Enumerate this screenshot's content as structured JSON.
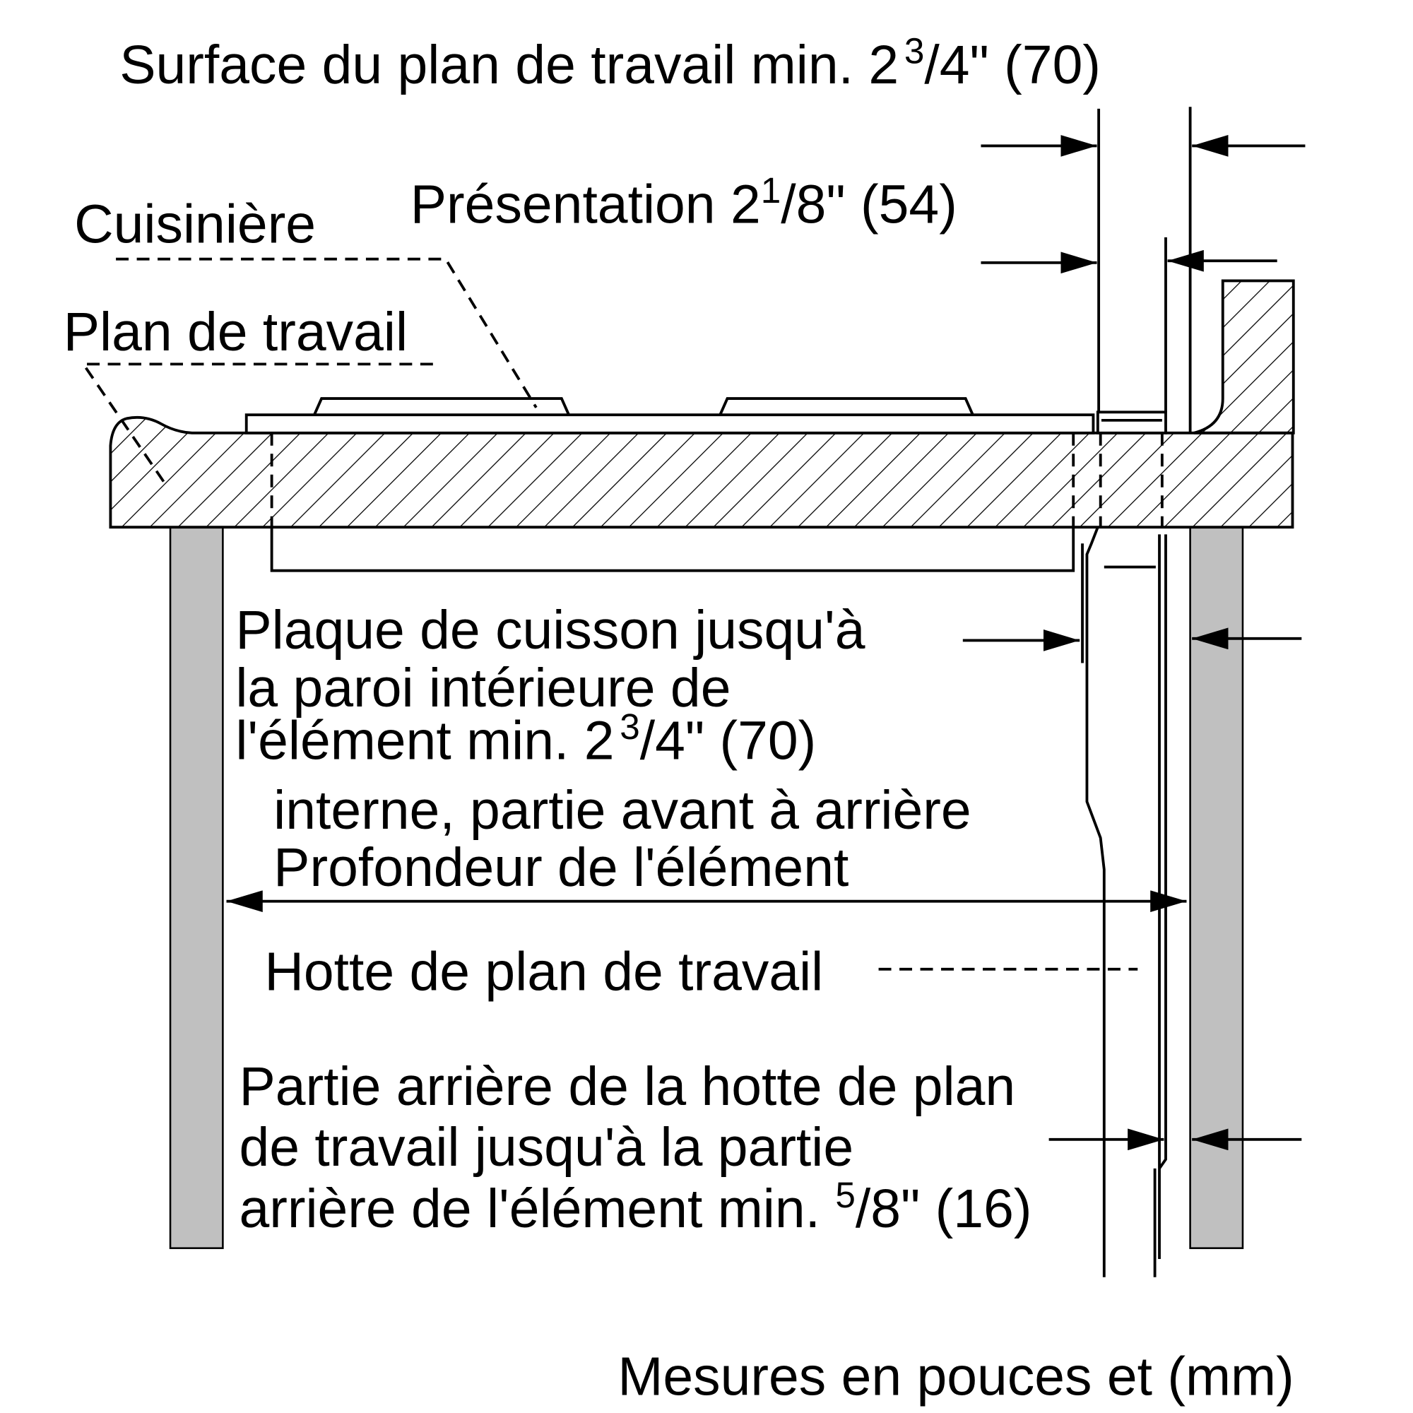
{
  "labels": {
    "countertop_surface": {
      "pre": "Surface du plan de travail min. 2",
      "sup": "3",
      "post": "/4\" (70)"
    },
    "presentation": {
      "pre": "Présentation 2",
      "sup": "1",
      "post": "/8\" (54)"
    },
    "cooktop": "Cuisinière",
    "countertop": "Plan de travail",
    "cooktop_to_wall": {
      "line1": "Plaque de cuisson jusqu'à",
      "line2": "la paroi intérieure de",
      "line3_pre": "l'élément min. 2",
      "sup": "3",
      "post": "/4\" (70)"
    },
    "depth": {
      "line1": "interne, partie avant à arrière",
      "line2": "Profondeur de l'élément"
    },
    "hood": "Hotte de plan de travail",
    "hood_back": {
      "line1": "Partie arrière de la hotte de plan",
      "line2": "de travail jusqu'à la partie",
      "line3_pre": "arrière de l'élément min. ",
      "sup": "5",
      "post": "/8\" (16)"
    },
    "units": "Mesures en pouces et (mm)"
  },
  "colors": {
    "cabinet": "#c0c0c0",
    "line": "#000000"
  }
}
